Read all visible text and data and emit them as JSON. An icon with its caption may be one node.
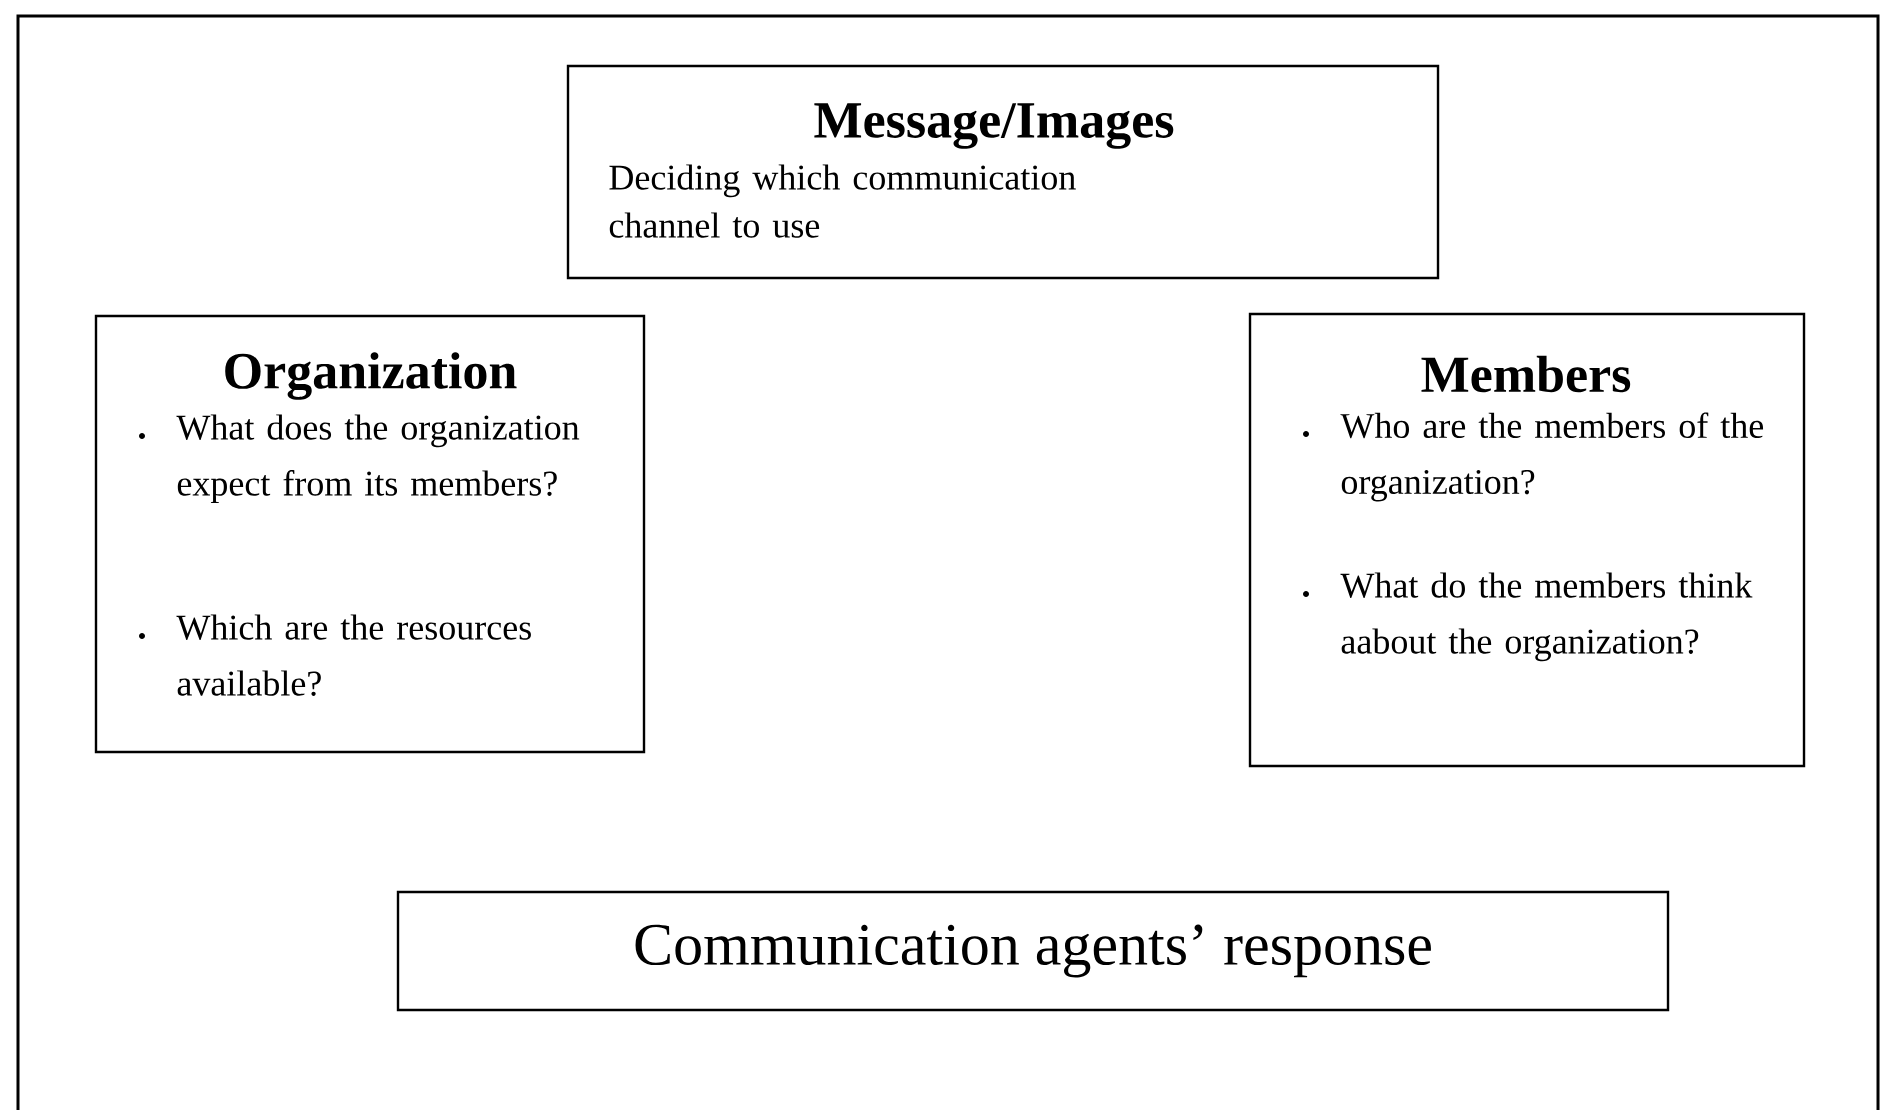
{
  "diagram": {
    "nodes": [
      {
        "text": [
          "Message/Images",
          "Deciding which communication channel to use"
        ]
      },
      {
        "text": [
          "Organization",
          "What does the organization expect from its members?",
          "Which are the resources available?"
        ]
      },
      {
        "text": [
          "Members",
          "Who are the members of the organization?",
          "What do the members think aabout the organization?"
        ]
      },
      {
        "text": [
          "Communication agents’ response"
        ]
      }
    ]
  }
}
